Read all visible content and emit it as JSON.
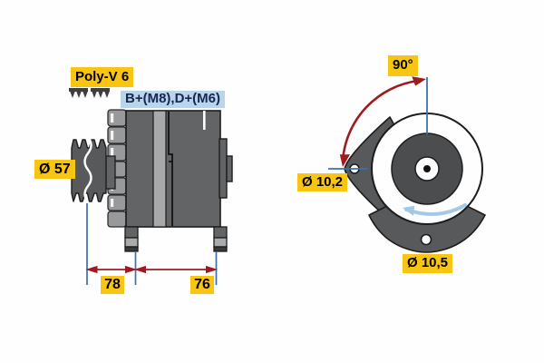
{
  "diagram_title": "alternator-technical-drawing",
  "side_view": {
    "belt_type_label": "Poly-V 6",
    "terminals_label": "B+(M8),D+(M6)",
    "pulley_diameter_label": "Ø 57",
    "dim_front_label": "78",
    "dim_rear_label": "76",
    "belt_profile_icons": [
      "belt-profile-icon",
      "belt-profile-icon"
    ]
  },
  "rear_view": {
    "mounting_angle_label": "90°",
    "side_hole_diameter_label": "Ø 10,2",
    "bottom_hole_diameter_label": "Ø 10,5"
  },
  "colors": {
    "label_yellow": "#f9c513",
    "label_blue_bg": "#b9d5ec",
    "label_blue_text": "#16264e",
    "dimension_red": "#9e1b20",
    "extension_blue": "#3d6fad",
    "rotation_blue": "#a4c9e8",
    "body_dark": "#636466",
    "body_band": "#a8a9ab",
    "housing_gray": "#98999b",
    "outline": "#1c1c1c"
  }
}
